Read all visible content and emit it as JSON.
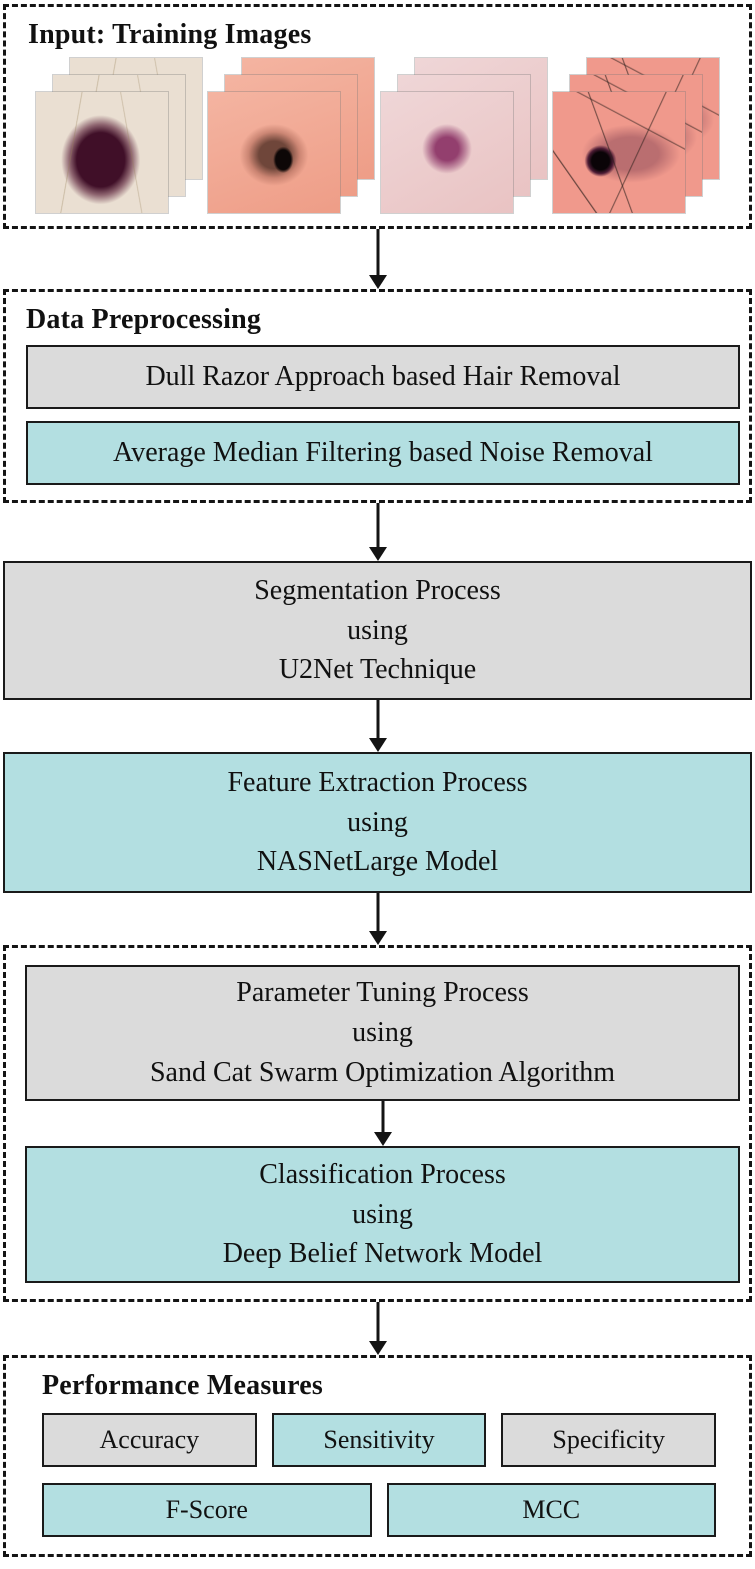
{
  "colors": {
    "teal_box": "#b3dfe1",
    "gray_box": "#dbdbdb",
    "box_border": "#1a1a1a",
    "dashed_border": "#141414",
    "arrow": "#141414",
    "background": "#ffffff"
  },
  "input": {
    "title": "Input: Training Images",
    "images": [
      {
        "name": "pale-skin-dark-maroon-lesion-stack"
      },
      {
        "name": "salmon-skin-brown-lesion-stack"
      },
      {
        "name": "pink-skin-purple-lesion-stack"
      },
      {
        "name": "hairy-skin-black-lesion-stack"
      }
    ]
  },
  "preprocessing": {
    "title": "Data Preprocessing",
    "steps": [
      {
        "label": "Dull Razor Approach based Hair Removal",
        "variant": "gray"
      },
      {
        "label": "Average Median Filtering based Noise Removal",
        "variant": "teal"
      }
    ]
  },
  "segmentation": {
    "variant": "gray",
    "lines": [
      "Segmentation Process",
      "using",
      "U2Net Technique"
    ]
  },
  "feature_extraction": {
    "variant": "teal",
    "lines": [
      "Feature Extraction Process",
      "using",
      "NASNetLarge Model"
    ]
  },
  "optimization": {
    "parameter_tuning": {
      "variant": "gray",
      "lines": [
        "Parameter Tuning Process",
        "using",
        "Sand Cat Swarm Optimization Algorithm"
      ]
    },
    "classification": {
      "variant": "teal",
      "lines": [
        "Classification Process",
        "using",
        "Deep Belief Network Model"
      ]
    }
  },
  "performance": {
    "title": "Performance Measures",
    "row1": [
      {
        "label": "Accuracy",
        "variant": "gray"
      },
      {
        "label": "Sensitivity",
        "variant": "teal"
      },
      {
        "label": "Specificity",
        "variant": "gray"
      }
    ],
    "row2": [
      {
        "label": "F-Score",
        "variant": "teal"
      },
      {
        "label": "MCC",
        "variant": "teal"
      }
    ]
  }
}
